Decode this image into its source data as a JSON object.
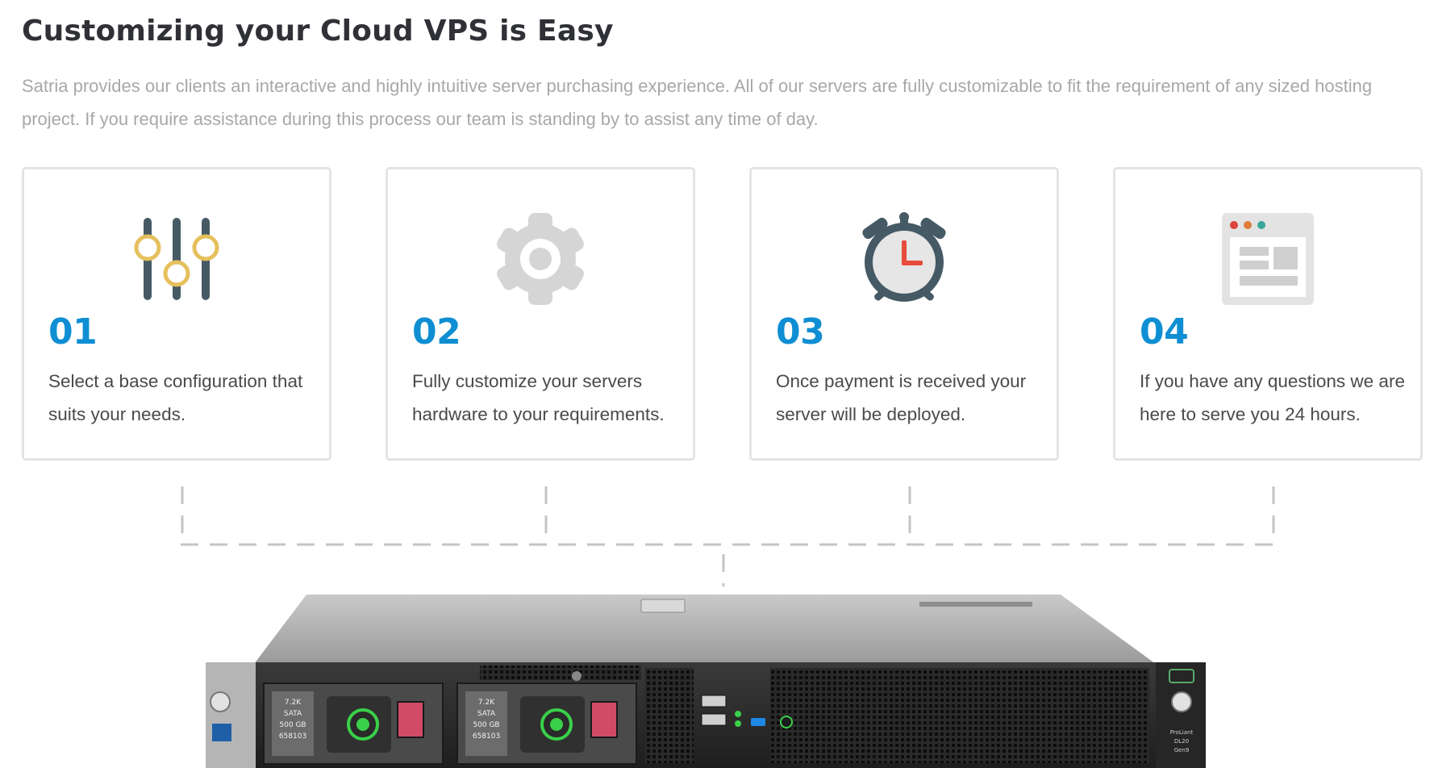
{
  "page": {
    "heading": "Customizing your Cloud VPS is Easy",
    "intro": "Satria provides our clients an interactive and highly intuitive server purchasing experience. All of our servers are fully customizable to fit the requirement of any sized hosting project. If you require assistance during this process our team is standing by to assist any time of day."
  },
  "steps": [
    {
      "number": "01",
      "text": "Select a base configuration that suits your needs.",
      "icon": "sliders-icon"
    },
    {
      "number": "02",
      "text": "Fully customize your servers hardware to your requirements.",
      "icon": "gear-icon"
    },
    {
      "number": "03",
      "text": "Once payment is received your server will be deployed.",
      "icon": "alarm-clock-icon"
    },
    {
      "number": "04",
      "text": "If you have any questions we are here to serve you 24 hours.",
      "icon": "browser-window-icon"
    }
  ],
  "colors": {
    "accent": "#0f8ed3",
    "heading": "#2f3137",
    "muted_text": "#a8a8a8",
    "body_text": "#4a4a4a",
    "icon_dark": "#455a64",
    "slider_knob": "#e5c05c",
    "gear": "#d5d5d5",
    "clock_hand": "#e74c3c",
    "card_border": "#e4e4e4"
  },
  "server": {
    "bay_labels": [
      "7.2K",
      "SATA",
      "500 GB",
      "658103"
    ],
    "model_label": [
      "ProLiant",
      "DL20",
      "Gen9"
    ]
  }
}
